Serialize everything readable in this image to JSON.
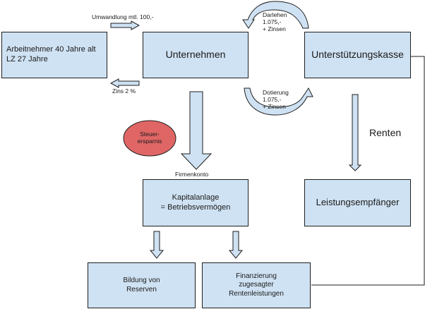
{
  "colors": {
    "box_fill": "#cfe2f3",
    "box_border": "#1f1f1f",
    "arrow_fill": "#cfe2f3",
    "ellipse_fill": "#e06666"
  },
  "boxes": {
    "arbeitnehmer": "Arbeitnehmer 40 Jahre alt\nLZ 27 Jahre",
    "unternehmen": "Unternehmen",
    "unterstuetzungskasse": "Unterstützungskasse",
    "kapitalanlage": "Kapitalanlage\n= Betriebsvermögen",
    "leistungsempfaenger": "Leistungsempfänger",
    "reserven": "Bildung von\nReserven",
    "finanzierung": "Finanzierung\nzugesagter\nRentenleistungen"
  },
  "labels": {
    "umwandlung": "Umwandlung mtl. 100,-",
    "zins": "Zins 2 %",
    "darlehen": "Darlehen\n1.075,-\n+ Zinsen",
    "dotierung": "Dotierung\n1.075,-\n+ Zinsen",
    "firmenkonto": "Firmenkonto",
    "steuerersparnis": "Steuer-\nersparnis",
    "renten": "Renten"
  }
}
